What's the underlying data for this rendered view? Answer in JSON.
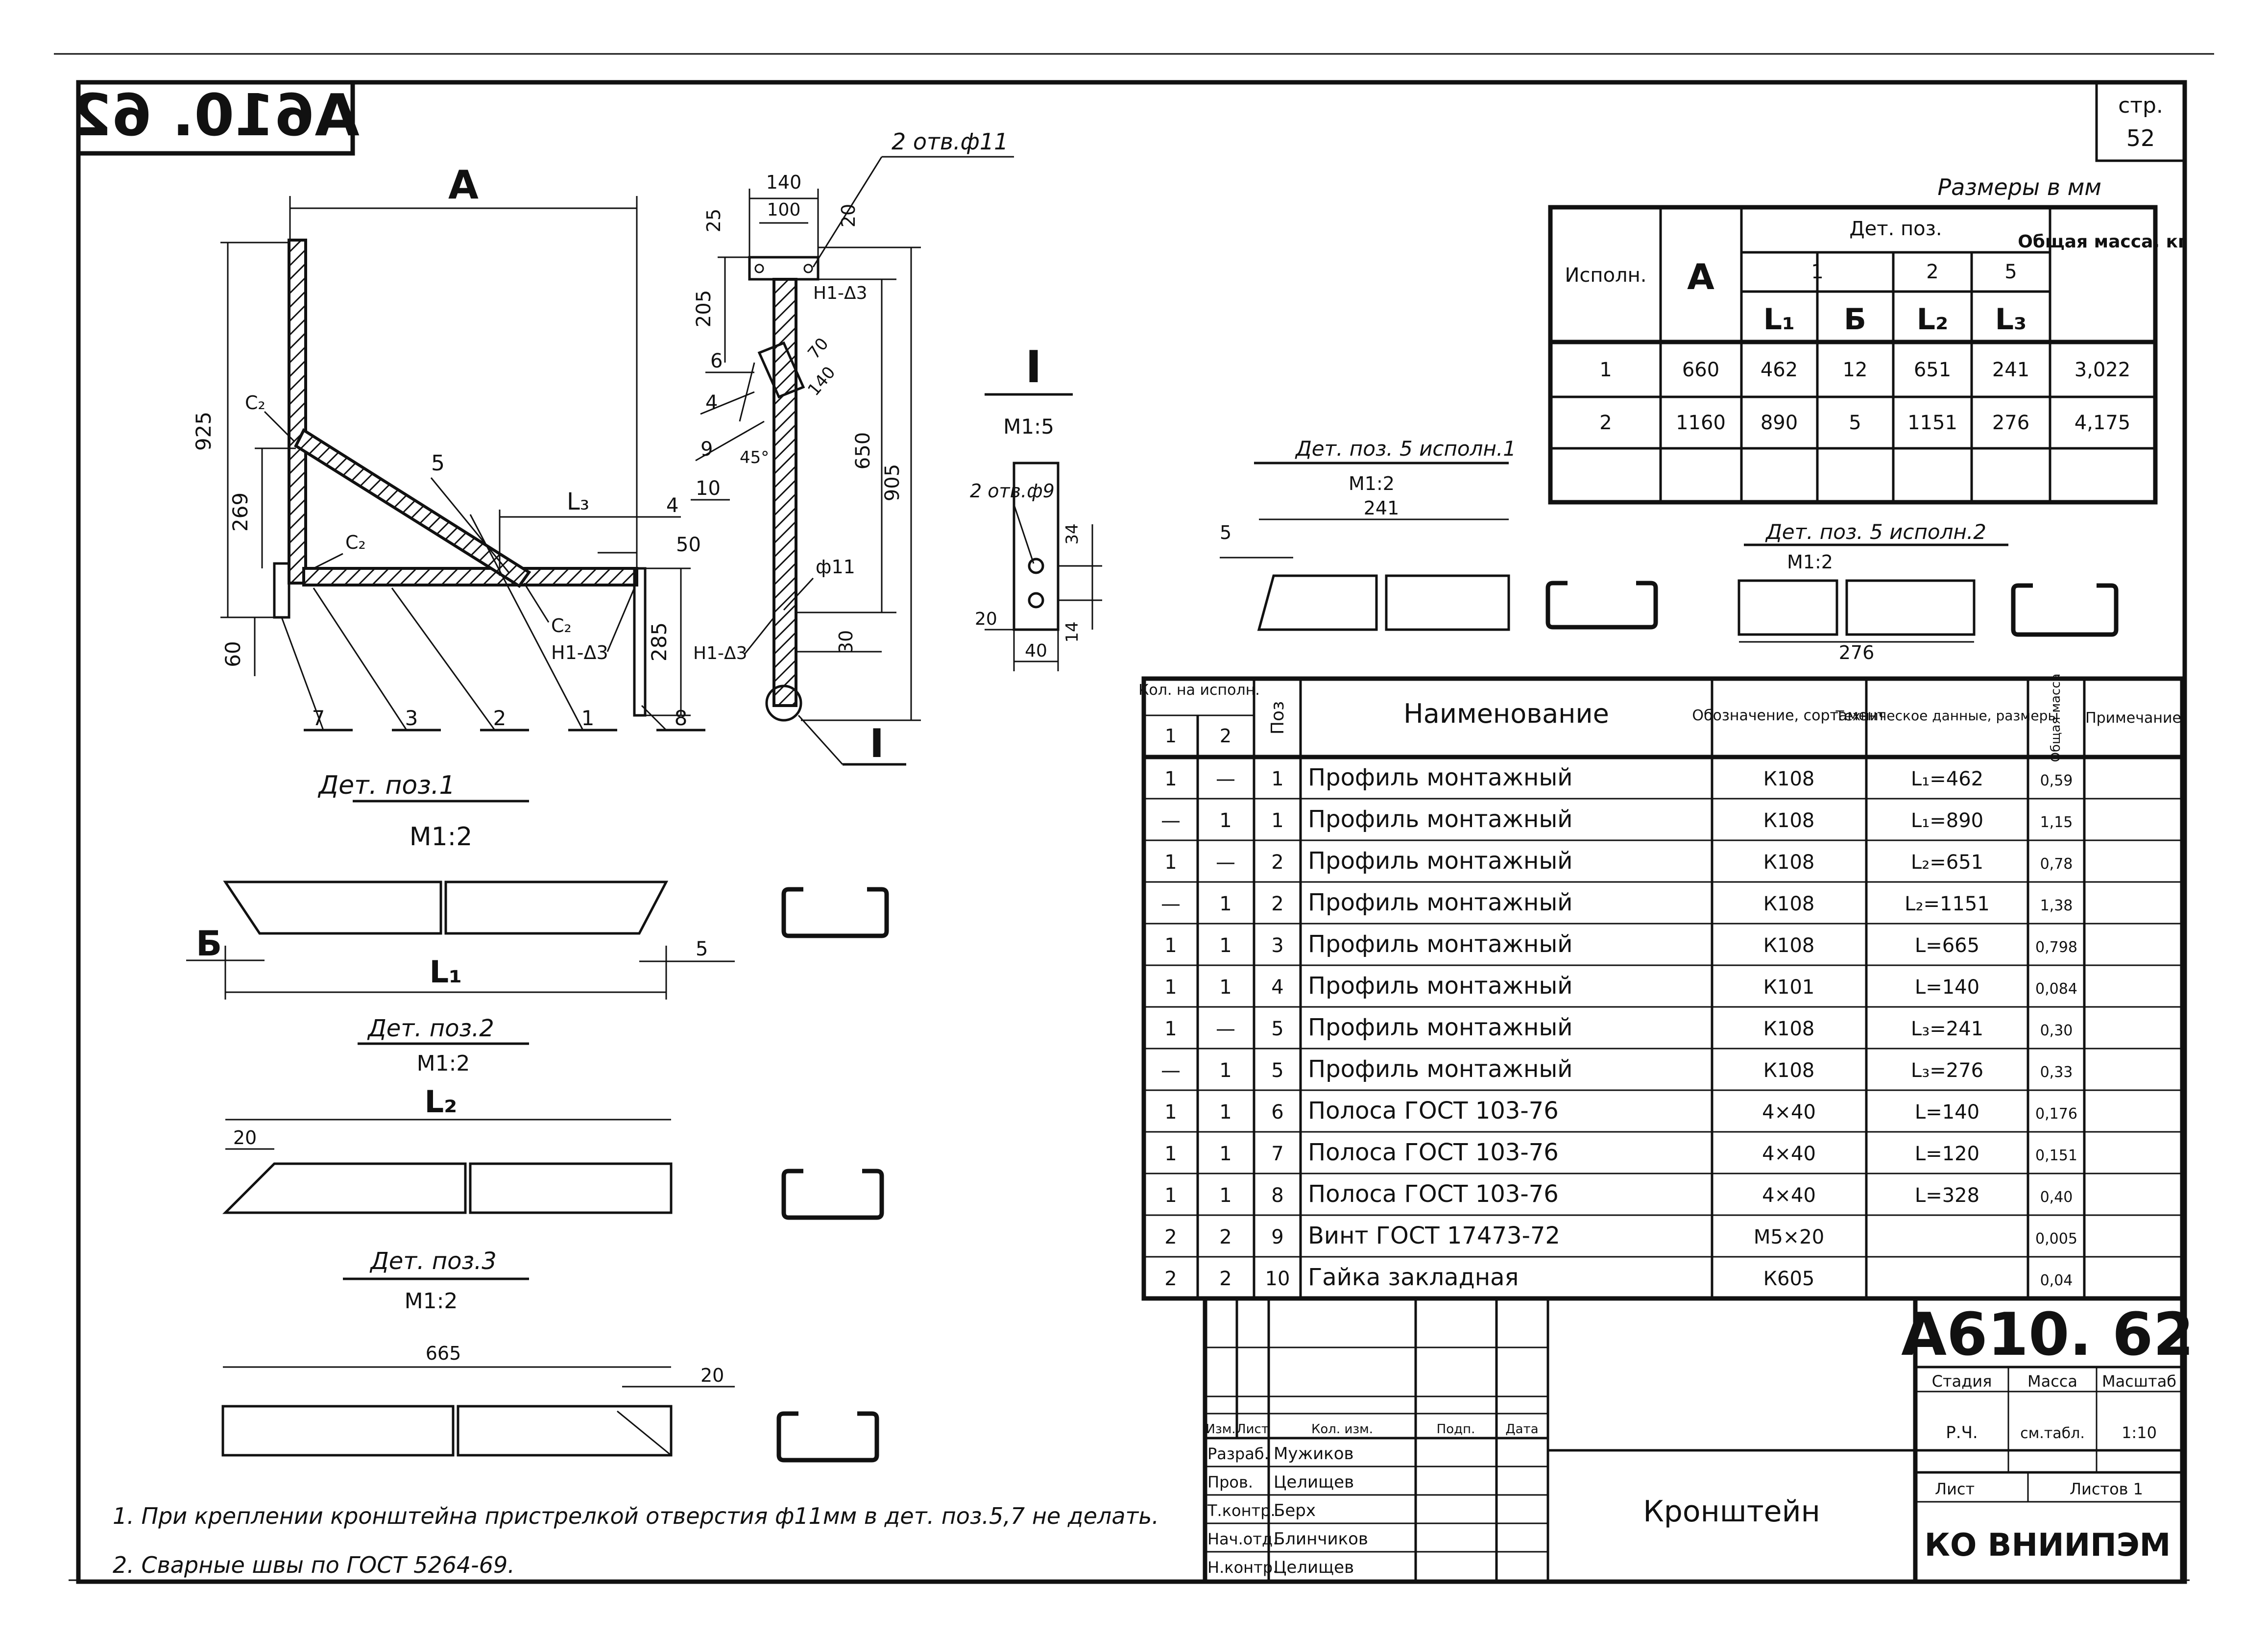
{
  "sheet": {
    "page_label": "стр.",
    "page_number": "52",
    "mirrored_code": "А610. 62",
    "units_note": "Размеры в мм"
  },
  "main_view": {
    "dim_A": "A",
    "dim_925": "925",
    "dim_269": "269",
    "dim_60": "60",
    "dim_285": "285",
    "dim_L3": "L₃",
    "dim_4": "4",
    "dim_50": "50",
    "weld_c2_a": "C₂",
    "weld_c2_b": "C₂",
    "weld_c2_c": "C₂",
    "weld_h1": "H1-Δ3",
    "pos_5": "5",
    "callouts": [
      "7",
      "3",
      "2",
      "1",
      "8"
    ]
  },
  "side_view": {
    "holes_label": "2 отв.ф11",
    "dim_140": "140",
    "dim_100": "100",
    "dim_25": "25",
    "dim_20": "20",
    "dim_205": "205",
    "dim_650": "650",
    "dim_905": "905",
    "dim_30": "30",
    "dim_70": "70",
    "dim_140d": "140",
    "angle_45": "45°",
    "weld_top": "H1-Δ3",
    "weld_bottom": "H1-Δ3",
    "hole_d": "ф11",
    "pos_6": "6",
    "pos_4": "4",
    "pos_9": "9",
    "pos_10": "10",
    "section_mark": "I"
  },
  "detail_I": {
    "title": "I",
    "scale": "М1:5",
    "holes": "2 отв.ф9",
    "dim_34": "34",
    "dim_14": "14",
    "dim_20": "20",
    "dim_40": "40"
  },
  "dim_table": {
    "header_variant": "Исполн.",
    "header_A": "A",
    "header_parts": "Дет. поз.",
    "header_mass": "Общая масса, кг",
    "pos_cols": [
      "1",
      "2",
      "5"
    ],
    "sub_cols": [
      "L₁",
      "Б",
      "L₂",
      "L₃"
    ],
    "rows": [
      [
        "1",
        "660",
        "462",
        "12",
        "651",
        "241",
        "3,022"
      ],
      [
        "2",
        "1160",
        "890",
        "5",
        "1151",
        "276",
        "4,175"
      ]
    ]
  },
  "det5_v1": {
    "title": "Дет. поз. 5 исполн.1",
    "scale": "М1:2",
    "dim_241": "241",
    "dim_5": "5"
  },
  "det5_v2": {
    "title": "Дет. поз. 5 исполн.2",
    "scale": "М1:2",
    "dim_276": "276"
  },
  "det1": {
    "title": "Дет. поз.1",
    "scale": "М1:2",
    "dim_B": "Б",
    "dim_L1": "L₁",
    "dim_5": "5"
  },
  "det2": {
    "title": "Дет. поз.2",
    "scale": "М1:2",
    "dim_L2": "L₂",
    "dim_20": "20"
  },
  "det3": {
    "title": "Дет. поз.3",
    "scale": "М1:2",
    "dim_665": "665",
    "dim_20": "20"
  },
  "spec": {
    "header_qty": "Кол. на исполн.",
    "header_v1": "1",
    "header_v2": "2",
    "header_pos": "Поз",
    "header_name": "Наименование",
    "header_desig": "Обозначение, сортамент",
    "header_tech": "Техническое данные, размеры",
    "header_mass": "Общая масса",
    "header_note": "Примечание",
    "rows": [
      [
        "1",
        "—",
        "1",
        "Профиль монтажный",
        "К108",
        "L₁=462",
        "0,59",
        ""
      ],
      [
        "—",
        "1",
        "1",
        "Профиль монтажный",
        "К108",
        "L₁=890",
        "1,15",
        ""
      ],
      [
        "1",
        "—",
        "2",
        "Профиль монтажный",
        "К108",
        "L₂=651",
        "0,78",
        ""
      ],
      [
        "—",
        "1",
        "2",
        "Профиль монтажный",
        "К108",
        "L₂=1151",
        "1,38",
        ""
      ],
      [
        "1",
        "1",
        "3",
        "Профиль монтажный",
        "К108",
        "L=665",
        "0,798",
        ""
      ],
      [
        "1",
        "1",
        "4",
        "Профиль монтажный",
        "К101",
        "L=140",
        "0,084",
        ""
      ],
      [
        "1",
        "—",
        "5",
        "Профиль монтажный",
        "К108",
        "L₃=241",
        "0,30",
        ""
      ],
      [
        "—",
        "1",
        "5",
        "Профиль монтажный",
        "К108",
        "L₃=276",
        "0,33",
        ""
      ],
      [
        "1",
        "1",
        "6",
        "Полоса ГОСТ 103-76",
        "4×40",
        "L=140",
        "0,176",
        ""
      ],
      [
        "1",
        "1",
        "7",
        "Полоса ГОСТ 103-76",
        "4×40",
        "L=120",
        "0,151",
        ""
      ],
      [
        "1",
        "1",
        "8",
        "Полоса ГОСТ 103-76",
        "4×40",
        "L=328",
        "0,40",
        ""
      ],
      [
        "2",
        "2",
        "9",
        "Винт ГОСТ 17473-72",
        "М5×20",
        "",
        "0,005",
        ""
      ],
      [
        "2",
        "2",
        "10",
        "Гайка закладная",
        "К605",
        "",
        "0,04",
        ""
      ]
    ]
  },
  "title_block": {
    "code": "А610. 62",
    "stage_label": "Стадия",
    "mass_label": "Масса",
    "scale_label": "Масштаб",
    "stage": "Р.Ч.",
    "mass": "см.табл.",
    "scale": "1:10",
    "sheet_label": "Лист",
    "sheets_label": "Листов 1",
    "org": "КО ВНИИПЭМ",
    "drawing_title": "Кронштейн",
    "col_headers": [
      "Изм.",
      "Лист",
      "Кол. изм.",
      "Подп.",
      "Дата"
    ],
    "roles": [
      [
        "Разраб.",
        "Мужиков"
      ],
      [
        "Пров.",
        "Целищев"
      ],
      [
        "Т.контр.",
        "Берх"
      ],
      [
        "Нач.отд.",
        "Блинчиков"
      ],
      [
        "Н.контр.",
        "Целищев"
      ]
    ]
  },
  "notes": [
    "1. При креплении кронштейна пристрелкой отверстия ф11мм в дет. поз.5,7 не делать.",
    "2. Сварные швы по ГОСТ 5264-69."
  ]
}
